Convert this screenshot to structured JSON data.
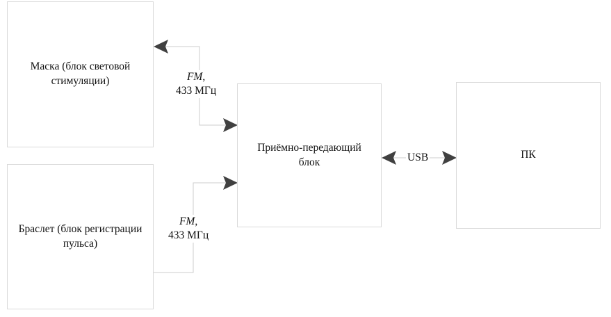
{
  "blocks": {
    "mask": {
      "line1": "Маска (блок световой",
      "line2": "стимуляции)"
    },
    "bracelet": {
      "line1": "Браслет (блок регистрации",
      "line2": "пульса)"
    },
    "transceiver": {
      "line1": "Приёмно-передающий",
      "line2": "блок"
    },
    "pc": {
      "label": "ПК"
    }
  },
  "links": {
    "fm_top": {
      "protocol": "FM",
      "sep": ",",
      "freq": "433 МГц"
    },
    "fm_bottom": {
      "protocol": "FM",
      "sep": ",",
      "freq": "433 МГц"
    },
    "usb": {
      "label": "USB"
    }
  },
  "colors": {
    "line": "#cccccc",
    "arrowhead": "#404040",
    "box_border": "#d9d9d9"
  }
}
